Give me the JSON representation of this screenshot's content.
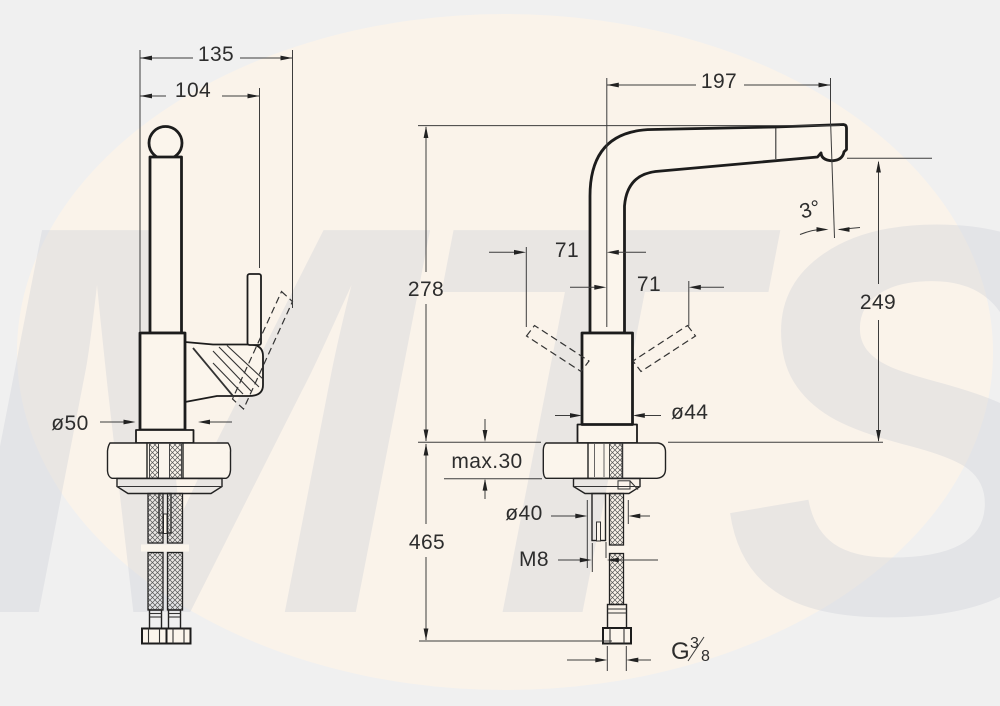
{
  "watermark": "MTS",
  "dims": {
    "overall_reach": "135",
    "spout_offset": "104",
    "front_reach": "197",
    "outlet_angle": "3°",
    "outlet_height": "249",
    "spout_height": "278",
    "handle_swing_left": "71",
    "handle_swing_right": "71",
    "body_dia": "ø44",
    "base_dia": "ø50",
    "deck_max": "max.30",
    "hole_dia": "ø40",
    "hose_length": "465",
    "stud_thread": "M8",
    "hose_thread_prefix": "G",
    "hose_thread_num": "3",
    "hose_thread_den": "8"
  }
}
